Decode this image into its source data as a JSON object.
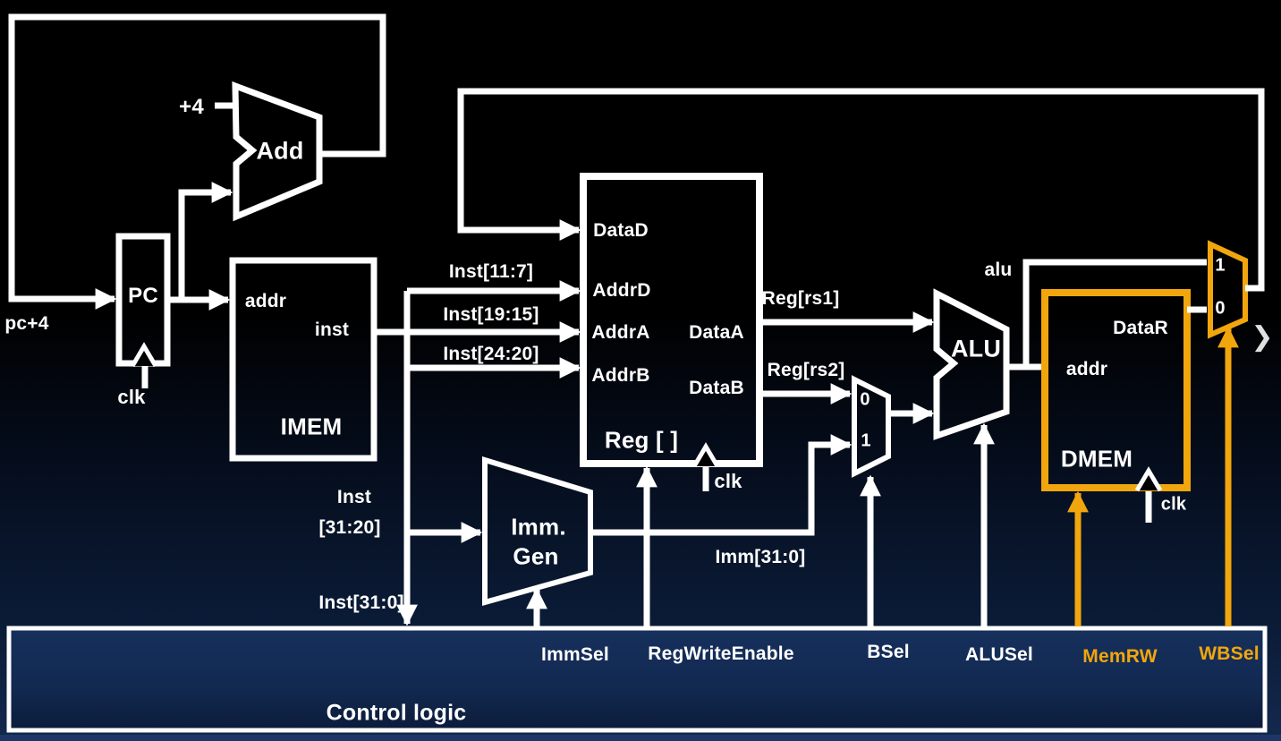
{
  "slide": {
    "fetch": {
      "pc_plus_4": "pc+4",
      "plus_four": "+4",
      "adder_name": "Add",
      "pc_name": "PC",
      "pc_clk": "clk"
    },
    "imem": {
      "port_addr": "addr",
      "port_inst": "inst",
      "name": "IMEM"
    },
    "inst_bus": {
      "bits_11_7": "Inst[11:7]",
      "bits_19_15": "Inst[19:15]",
      "bits_24_20": "Inst[24:20]",
      "bits_31_20_line1": "Inst",
      "bits_31_20_line2": "[31:20]",
      "bits_31_0": "Inst[31:0]"
    },
    "regfile": {
      "port_data_d": "DataD",
      "port_addr_d": "AddrD",
      "port_addr_a": "AddrA",
      "port_addr_b": "AddrB",
      "port_data_a": "DataA",
      "port_data_b": "DataB",
      "name": "Reg [ ]",
      "clk": "clk",
      "out_rs1": "Reg[rs1]",
      "out_rs2": "Reg[rs2]"
    },
    "immgen": {
      "name_line1": "Imm.",
      "name_line2": "Gen",
      "out": "Imm[31:0]"
    },
    "bsel_mux": {
      "in0": "0",
      "in1": "1"
    },
    "alu": {
      "name": "ALU",
      "out_label": "alu"
    },
    "dmem": {
      "port_data_r": "DataR",
      "port_addr": "addr",
      "name": "DMEM",
      "clk": "clk"
    },
    "wb_mux": {
      "in1": "1",
      "in0": "0"
    },
    "control": {
      "name": "Control logic",
      "signals": {
        "imm_sel": "ImmSel",
        "reg_write_enable": "RegWriteEnable",
        "b_sel": "BSel",
        "alu_sel": "ALUSel",
        "mem_rw": "MemRW",
        "wb_sel": "WBSel"
      }
    },
    "nav": {
      "next": "❯"
    },
    "colors": {
      "wire": "#ffffff",
      "highlight_orange": "#F2A60D",
      "background": "#000000",
      "control_fill_top": "#16305c",
      "control_fill_bottom": "#0c1c3a"
    }
  }
}
